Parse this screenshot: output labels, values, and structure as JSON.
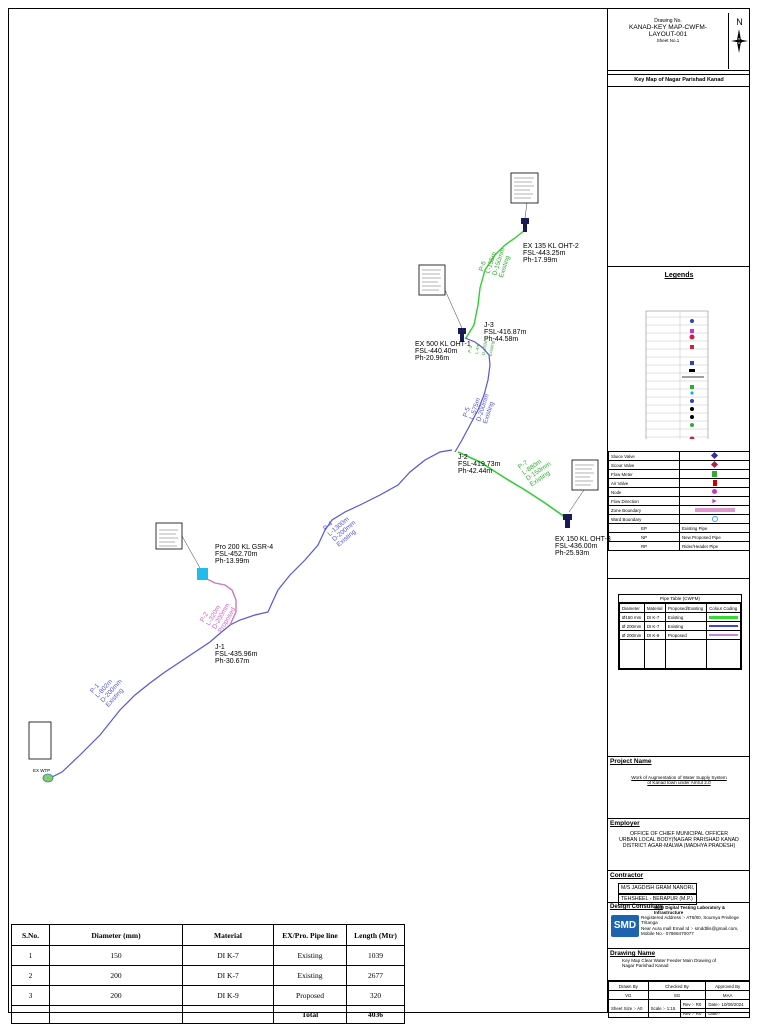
{
  "drawing": {
    "number_label": "Drawing No.",
    "number_line1": "KANAD-KEY MAP-CWFM-",
    "number_line2": "LAYOUT-001",
    "sheet": "Sheet No.1",
    "north": "N",
    "key_map_title": "Key Map of Nagar Parishad Kanad"
  },
  "map": {
    "sources": [
      {
        "label": "EX 135 KL OHT-2",
        "fsl": "FSL-443.25m",
        "ph": "Ph-17.99m"
      },
      {
        "label": "EX 500 KL OHT-1",
        "fsl": "FSL-440.40m",
        "ph": "Ph-20.96m"
      },
      {
        "label": "EX 150 KL OHT-3",
        "fsl": "FSL-436.00m",
        "ph": "Ph-25.93m"
      },
      {
        "label": "Pro 200 KL GSR-4",
        "fsl": "FSL-452.70m",
        "ph": "Ph-13.99m"
      }
    ],
    "junctions": [
      {
        "label": "J-3",
        "fsl": "FSL-416.87m",
        "ph": "Ph-44.58m"
      },
      {
        "label": "J-2",
        "fsl": "FSL-419.73m",
        "ph": "Ph-42.44m"
      },
      {
        "label": "J-1",
        "fsl": "FSL-435.96m",
        "ph": "Ph-30.67m"
      }
    ],
    "wtp_label": "EX WTP",
    "pipes": [
      {
        "id": "P-6",
        "length": "L-155m",
        "dia": "D-150mm",
        "status": "Existing",
        "color": "#33cc33"
      },
      {
        "id": "P-3",
        "length": "L-4m",
        "dia": "D-150mm",
        "status": "Existing",
        "color": "#33cc33"
      },
      {
        "id": "P-5",
        "length": "L-575m",
        "dia": "D-200mm",
        "status": "Existing",
        "color": "#5555dd"
      },
      {
        "id": "P-4",
        "length": "L-1300m",
        "dia": "D-200mm",
        "status": "Existing",
        "color": "#5555dd"
      },
      {
        "id": "P-7",
        "length": "L-880m",
        "dia": "D-150mm",
        "status": "Existing",
        "color": "#33cc33"
      },
      {
        "id": "P-2",
        "length": "L-320m",
        "dia": "D-200mm",
        "status": "Proposed",
        "color": "#cc77cc"
      },
      {
        "id": "P-1",
        "length": "L-802m",
        "dia": "D-200mm",
        "status": "Existing",
        "color": "#5555dd"
      }
    ]
  },
  "legends": {
    "title": "Legends",
    "rows": [
      {
        "name": "Sluice Valve",
        "color": "#333399",
        "symbol": "diamond"
      },
      {
        "name": "Scour Valve",
        "color": "#aa2255",
        "symbol": "diamond"
      },
      {
        "name": "Flow Meter",
        "color": "#33aa33",
        "symbol": "square"
      },
      {
        "name": "Air Valve",
        "color": "#cc0000",
        "symbol": "square"
      },
      {
        "name": "Node",
        "color": "#cc33cc",
        "symbol": "circle"
      },
      {
        "name": "Flow Direction",
        "color": "#cc33cc",
        "symbol": "arrow"
      },
      {
        "name": "Zone Boundary",
        "color": "#dd99cc",
        "symbol": "band"
      },
      {
        "name": "Ward Boundary",
        "color": "#33aadd",
        "symbol": "ring"
      }
    ],
    "pipe_codes": [
      {
        "code": "EP",
        "name": "Existing Pipe"
      },
      {
        "code": "NP",
        "name": "New Proposed Pipe"
      },
      {
        "code": "RP",
        "name": "Rider/Header Pipe"
      }
    ]
  },
  "pipe_table_small": {
    "title": "Pipe Table (CWFM)",
    "headers": [
      "Diameter",
      "Material",
      "Proposed/Existing",
      "Colour Coding"
    ],
    "rows": [
      {
        "dia": "Ø150 mm",
        "material": "DI K-7",
        "status": "Existing",
        "color": "#33dd33"
      },
      {
        "dia": "Ø 200mm",
        "material": "DI K-7",
        "status": "Existing",
        "color": "#4444cc"
      },
      {
        "dia": "Ø 200mm",
        "material": "DI K-9",
        "status": "Proposed",
        "color": "#cc88cc"
      }
    ]
  },
  "project": {
    "heading": "Project Name",
    "line1": "Work of Augmentation of Water Supply System",
    "line2": "of Kanad town under Amrut 2.0"
  },
  "employer": {
    "heading": "Employer",
    "line1": "OFFICE OF CHIEF MUNICIPAL OFFICER",
    "line2": "URBAN LOCAL BODY(NAGAR  PARISHAD  KANAD",
    "line3": "DISTRICT AGAR-MALWA (MADHYA PRADESH)"
  },
  "contractor": {
    "heading": "Contractor",
    "line1": "M/S JAGDISH  GRAM NANORI,",
    "line2": "TEHSHEEL - BERAPUR (M.P.)"
  },
  "consultant": {
    "heading": "Design Consultant",
    "name": "SMD Digital Testing Laboratory & Infrastructure",
    "logo_text": "SMD",
    "line1": "Registered Address :- AT6/80, Soumya Privilege Tritanga",
    "line2": "Near Aura mall Email Id :- smddtlis@gmail.com,",
    "line3": "Mobile No.- 07869470077"
  },
  "drawing_name": {
    "heading": "Drawing Name",
    "line1": "Key Map Clear Water Feeder Main Drawing of",
    "line2": "Nagar Parishad Kanad"
  },
  "signoff": {
    "drawn_by_label": "Drawn By",
    "checked_by_label": "Checked By",
    "approved_by_label": "Approved By",
    "drawn_by": "VG",
    "checked_by": "SG",
    "approved_by": "MAA",
    "sheet_size": "Sheet Size :- A0",
    "scale": "Scale :- 1:15",
    "rev1": "Rev :- R0",
    "rev2": "Rev :- R0",
    "date": "Date:- 10/09/2024",
    "date2": "Date:-"
  },
  "summary_table": {
    "headers": [
      "S.No.",
      "Diameter (mm)",
      "Material",
      "EX/Pro. Pipe line",
      "Length (Mtr)"
    ],
    "rows": [
      {
        "sno": "1",
        "dia": "150",
        "material": "DI K-7",
        "status": "Existing",
        "length": "1039"
      },
      {
        "sno": "2",
        "dia": "200",
        "material": "DI K-7",
        "status": "Existing",
        "length": "2677"
      },
      {
        "sno": "3",
        "dia": "200",
        "material": "DI K-9",
        "status": "Proposed",
        "length": "320"
      }
    ],
    "total_label": "Total",
    "total_value": "4036"
  }
}
